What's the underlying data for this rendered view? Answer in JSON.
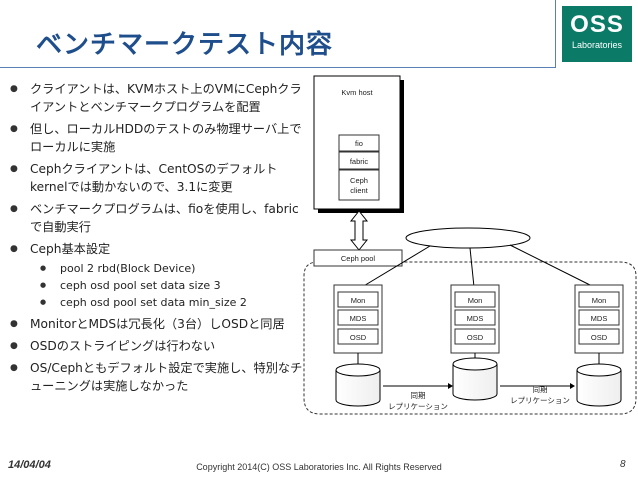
{
  "slide": {
    "title": "ベンチマークテスト内容",
    "logo": {
      "name": "OSS",
      "sub": "Laboratories"
    },
    "bullets": [
      "クライアントは、KVMホスト上のVMにCephクライアントとベンチマークプログラムを配置",
      "但し、ローカルHDDのテストのみ物理サーバ上でローカルに実施",
      "Cephクライアントは、CentOSのデフォルトkernelでは動かないので、3.1に変更",
      "ベンチマークプログラムは、fioを使用し、fabricで自動実行",
      "Ceph基本設定"
    ],
    "sub_bullets": [
      "pool 2 rbd(Block Device)",
      "ceph osd pool set data size 3",
      "ceph osd pool set data min_size 2"
    ],
    "bullets_after": [
      "MonitorとMDSは冗長化（3台）しOSDと同居",
      "OSDのストライピングは行わない",
      "OS/Cephともデフォルト設定で実施し、特別なチューニングは実施しなかった"
    ]
  },
  "diagram": {
    "kvm_host": "Kvm host",
    "kvm_items": [
      "fio",
      "fabric",
      "Ceph\nclient"
    ],
    "ceph_pool": "Ceph pool",
    "node_items": [
      "Mon",
      "MDS",
      "OSD"
    ],
    "replication": [
      "同期\nレプリケーション",
      "同期\nレプリケーション"
    ]
  },
  "footer": {
    "date": "14/04/04",
    "copyright": "Copyright 2014(C) OSS Laboratories Inc. All Rights Reserved",
    "page": "8"
  },
  "colors": {
    "title": "#1f4e8c",
    "logo_bg": "#0b7b68",
    "rule": "#5a7fb5"
  }
}
